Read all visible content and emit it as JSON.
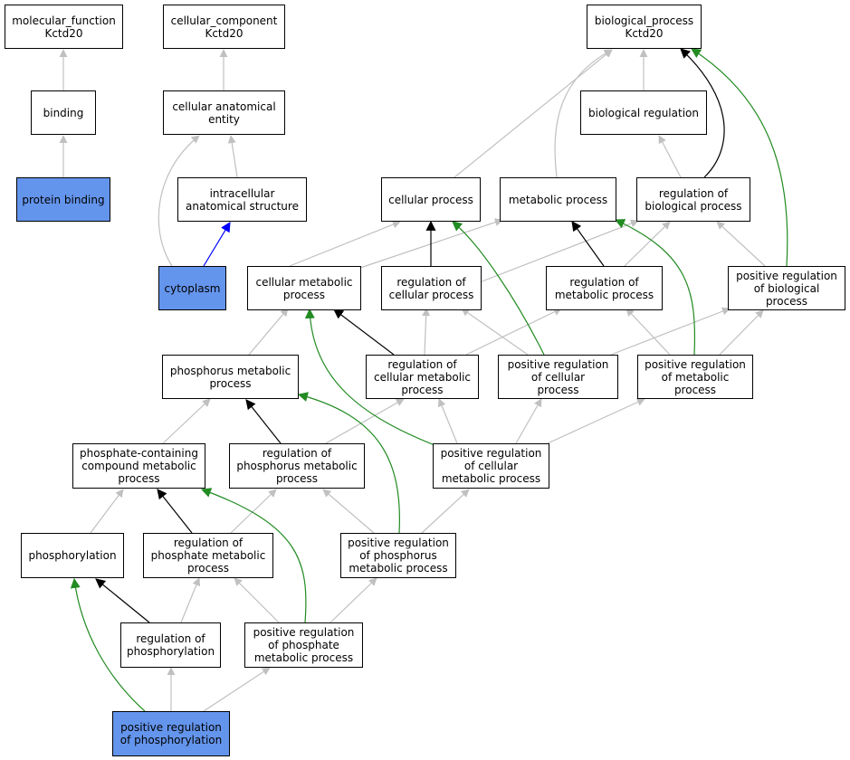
{
  "colors": {
    "highlight": "#6495ed",
    "is_a": "#c0c0c0",
    "part_of": "#0000ff",
    "regulates": "#000000",
    "positively_regulates": "#228b22"
  },
  "nodes": {
    "mf_root": "molecular_function\nKctd20",
    "cc_root": "cellular_component\nKctd20",
    "bp_root": "biological_process\nKctd20",
    "binding": "binding",
    "cell_anat": "cellular anatomical\nentity",
    "bio_reg": "biological regulation",
    "protein_binding": "protein binding",
    "intracellular": "intracellular\nanatomical structure",
    "cell_proc": "cellular process",
    "met_proc": "metabolic process",
    "reg_bio": "regulation of\nbiological process",
    "cytoplasm": "cytoplasm",
    "cell_met": "cellular metabolic\nprocess",
    "reg_cell": "regulation of\ncellular process",
    "reg_met": "regulation of\nmetabolic process",
    "pos_reg_bio": "positive regulation\nof biological\nprocess",
    "phos_met": "phosphorus metabolic\nprocess",
    "reg_cell_met": "regulation of\ncellular metabolic\nprocess",
    "pos_reg_cell": "positive regulation\nof cellular\nprocess",
    "pos_reg_met": "positive regulation\nof metabolic\nprocess",
    "phosphate_cont": "phosphate-containing\ncompound metabolic\nprocess",
    "reg_phos_met": "regulation of\nphosphorus metabolic\nprocess",
    "pos_reg_cell_met": "positive regulation\nof cellular\nmetabolic process",
    "phosphorylation": "phosphorylation",
    "reg_phosphate_met": "regulation of\nphosphate metabolic\nprocess",
    "pos_reg_phos_met": "positive regulation\nof phosphorus\nmetabolic process",
    "reg_phosphorylation": "regulation of\nphosphorylation",
    "pos_reg_phosphate_met": "positive regulation\nof phosphate\nmetabolic process",
    "pos_reg_phosphorylation": "positive regulation\nof phosphorylation"
  }
}
